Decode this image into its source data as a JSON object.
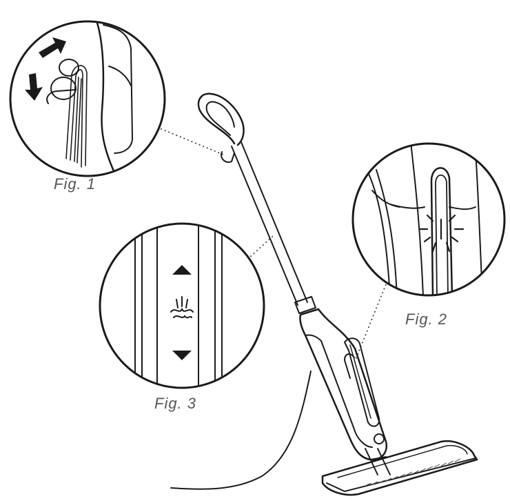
{
  "figures": [
    {
      "id": "fig1",
      "label": "Fig. 1",
      "subject": "cord wrap hooks with rotate-down arrows"
    },
    {
      "id": "fig2",
      "label": "Fig. 2",
      "subject": "handle clicks into mop body"
    },
    {
      "id": "fig3",
      "label": "Fig. 3",
      "subject": "steam control buttons on handle"
    }
  ],
  "fig3_controls": {
    "up_icon": "triangle-up-icon",
    "steam_icon": "steam-icon",
    "down_icon": "triangle-down-icon"
  },
  "colors": {
    "line": "#1a1a1a",
    "caption": "#555555",
    "background": "#ffffff"
  }
}
